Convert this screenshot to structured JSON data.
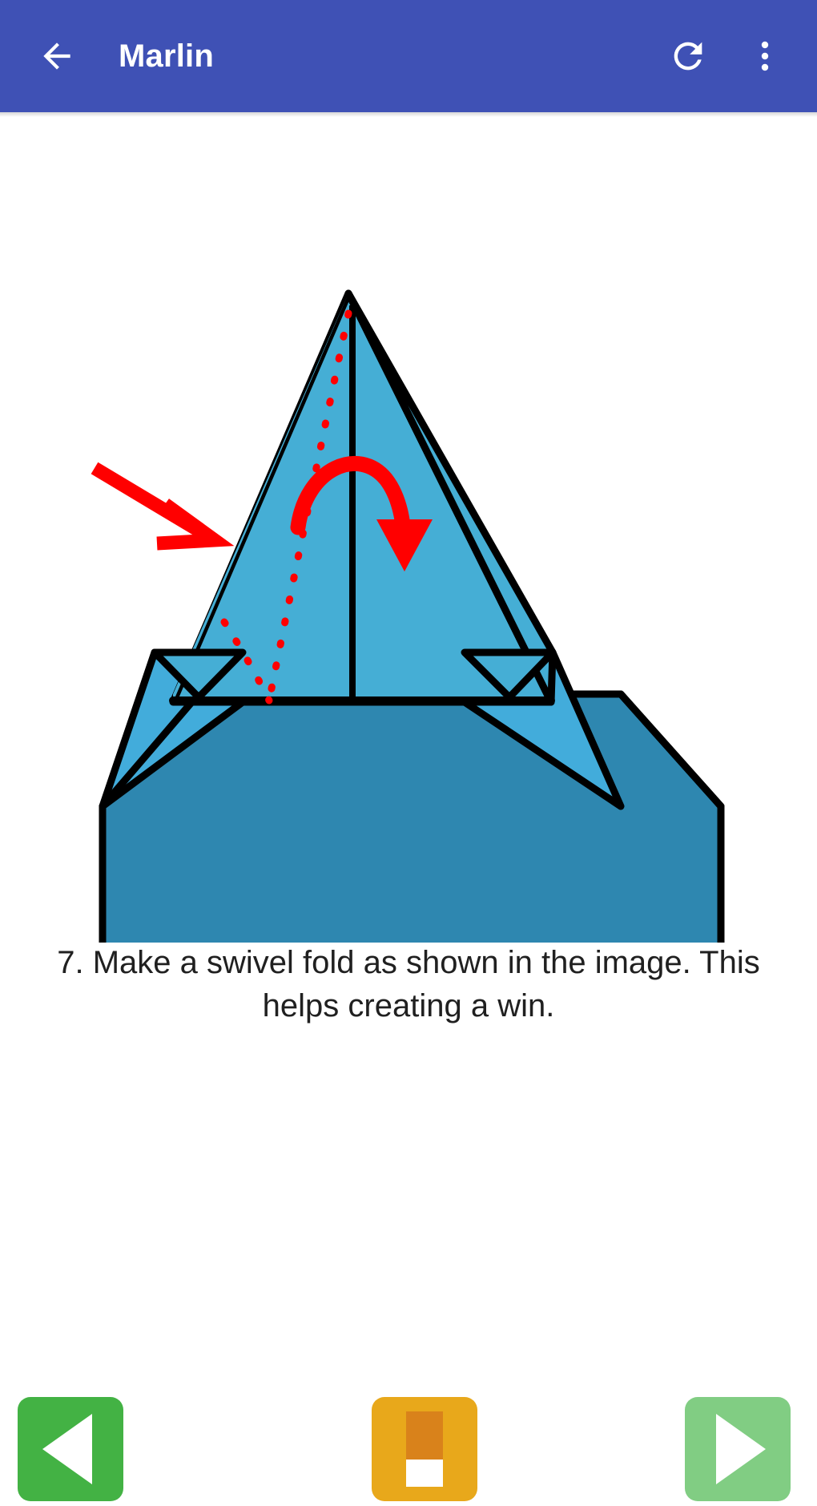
{
  "appbar": {
    "title": "Marlin",
    "back_icon": "arrow-left-icon",
    "refresh_icon": "refresh-icon",
    "overflow_icon": "more-vertical-icon",
    "background_color": "#3f51b5",
    "foreground_color": "#ffffff"
  },
  "main": {
    "caption": "7. Make a swivel fold as shown in the image. This helps creating a win.",
    "step_number": 7,
    "diagram": {
      "kind": "origami-fold-diagram",
      "alt": "Origami marlin step 7: tall blue triangle above a wide teal body with red swivel fold arrows",
      "colors": {
        "paper_light": "#42acdb",
        "paper_mid": "#45aed5",
        "paper_dark": "#2e87b0",
        "outline": "#000000",
        "fold_marker": "#ff0000",
        "background": "#ffffff"
      },
      "annotations": [
        {
          "name": "swivel-curved-arrow",
          "type": "curved-arrow",
          "color": "#ff0000"
        },
        {
          "name": "swivel-straight-arrow",
          "type": "straight-arrow",
          "color": "#ff0000"
        },
        {
          "name": "fold-crease-left",
          "type": "dotted-fold-line",
          "color": "#ff0000"
        },
        {
          "name": "fold-crease-right",
          "type": "dotted-fold-line",
          "color": "#ff0000"
        }
      ]
    }
  },
  "bottombar": {
    "prev_label": "Previous step",
    "prev_icon": "play-left-icon",
    "prev_color": "#43b244",
    "mid_label": "Progress",
    "mid_icon": "progress-icon",
    "mid_color": "#e8a81b",
    "mid_fill_color": "#d9821b",
    "next_label": "Next step",
    "next_icon": "play-right-icon",
    "next_color": "#81cd83"
  }
}
